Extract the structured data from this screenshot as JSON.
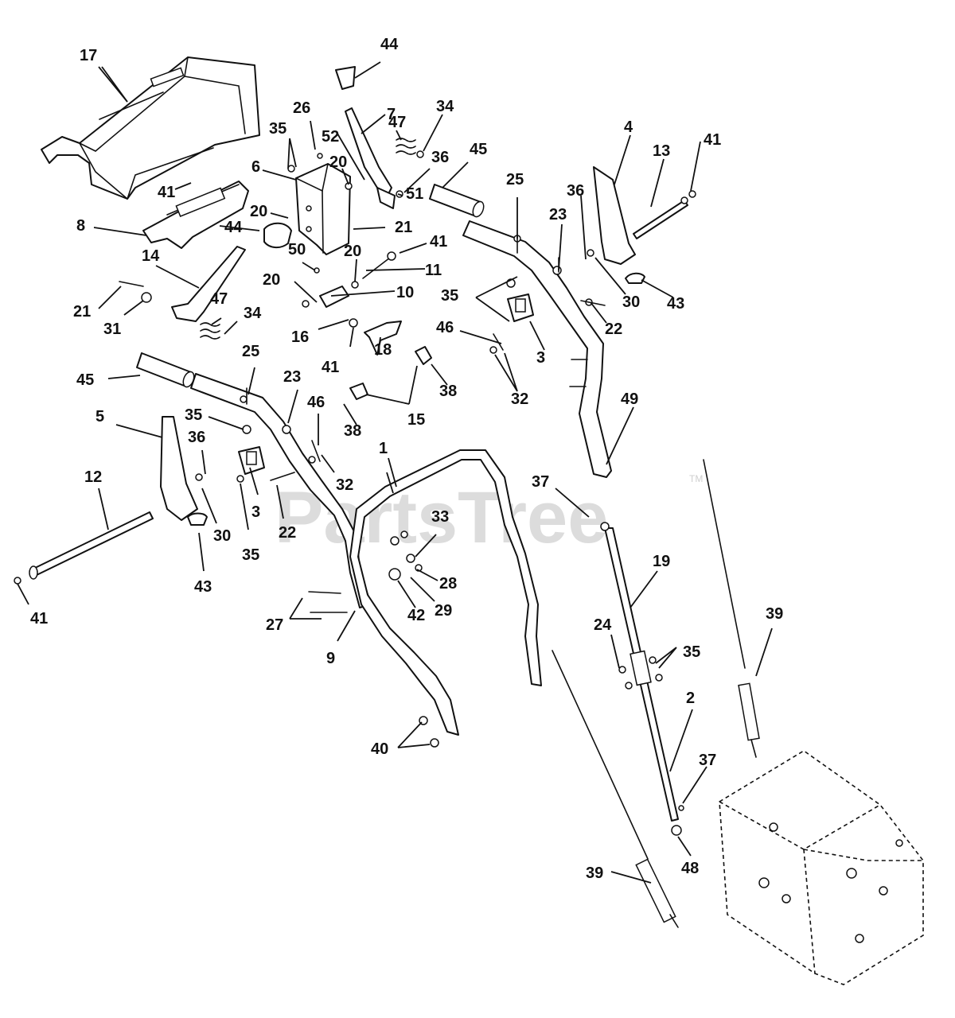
{
  "watermark": "PartsTree",
  "trademark": "TM",
  "callouts": [
    {
      "id": "c1",
      "text": "1"
    },
    {
      "id": "c2",
      "text": "2"
    },
    {
      "id": "c3a",
      "text": "3"
    },
    {
      "id": "c3b",
      "text": "3"
    },
    {
      "id": "c4",
      "text": "4"
    },
    {
      "id": "c5",
      "text": "5"
    },
    {
      "id": "c6",
      "text": "6"
    },
    {
      "id": "c7",
      "text": "7"
    },
    {
      "id": "c8",
      "text": "8"
    },
    {
      "id": "c9",
      "text": "9"
    },
    {
      "id": "c10",
      "text": "10"
    },
    {
      "id": "c11",
      "text": "11"
    },
    {
      "id": "c12",
      "text": "12"
    },
    {
      "id": "c13",
      "text": "13"
    },
    {
      "id": "c14",
      "text": "14"
    },
    {
      "id": "c15",
      "text": "15"
    },
    {
      "id": "c16",
      "text": "16"
    },
    {
      "id": "c17",
      "text": "17"
    },
    {
      "id": "c18",
      "text": "18"
    },
    {
      "id": "c19",
      "text": "19"
    },
    {
      "id": "c20a",
      "text": "20"
    },
    {
      "id": "c20b",
      "text": "20"
    },
    {
      "id": "c20c",
      "text": "20"
    },
    {
      "id": "c20d",
      "text": "20"
    },
    {
      "id": "c21a",
      "text": "21"
    },
    {
      "id": "c21b",
      "text": "21"
    },
    {
      "id": "c22a",
      "text": "22"
    },
    {
      "id": "c22b",
      "text": "22"
    },
    {
      "id": "c23a",
      "text": "23"
    },
    {
      "id": "c23b",
      "text": "23"
    },
    {
      "id": "c24",
      "text": "24"
    },
    {
      "id": "c25a",
      "text": "25"
    },
    {
      "id": "c25b",
      "text": "25"
    },
    {
      "id": "c26",
      "text": "26"
    },
    {
      "id": "c27",
      "text": "27"
    },
    {
      "id": "c28",
      "text": "28"
    },
    {
      "id": "c29",
      "text": "29"
    },
    {
      "id": "c30a",
      "text": "30"
    },
    {
      "id": "c30b",
      "text": "30"
    },
    {
      "id": "c31",
      "text": "31"
    },
    {
      "id": "c32a",
      "text": "32"
    },
    {
      "id": "c32b",
      "text": "32"
    },
    {
      "id": "c33",
      "text": "33"
    },
    {
      "id": "c34a",
      "text": "34"
    },
    {
      "id": "c34b",
      "text": "34"
    },
    {
      "id": "c35a",
      "text": "35"
    },
    {
      "id": "c35b",
      "text": "35"
    },
    {
      "id": "c35c",
      "text": "35"
    },
    {
      "id": "c35d",
      "text": "35"
    },
    {
      "id": "c35e",
      "text": "35"
    },
    {
      "id": "c36a",
      "text": "36"
    },
    {
      "id": "c36b",
      "text": "36"
    },
    {
      "id": "c36c",
      "text": "36"
    },
    {
      "id": "c37a",
      "text": "37"
    },
    {
      "id": "c37b",
      "text": "37"
    },
    {
      "id": "c38a",
      "text": "38"
    },
    {
      "id": "c38b",
      "text": "38"
    },
    {
      "id": "c39a",
      "text": "39"
    },
    {
      "id": "c39b",
      "text": "39"
    },
    {
      "id": "c40",
      "text": "40"
    },
    {
      "id": "c41a",
      "text": "41"
    },
    {
      "id": "c41b",
      "text": "41"
    },
    {
      "id": "c41c",
      "text": "41"
    },
    {
      "id": "c41d",
      "text": "41"
    },
    {
      "id": "c41e",
      "text": "41"
    },
    {
      "id": "c42",
      "text": "42"
    },
    {
      "id": "c43a",
      "text": "43"
    },
    {
      "id": "c43b",
      "text": "43"
    },
    {
      "id": "c44a",
      "text": "44"
    },
    {
      "id": "c44b",
      "text": "44"
    },
    {
      "id": "c45a",
      "text": "45"
    },
    {
      "id": "c45b",
      "text": "45"
    },
    {
      "id": "c46a",
      "text": "46"
    },
    {
      "id": "c46b",
      "text": "46"
    },
    {
      "id": "c47a",
      "text": "47"
    },
    {
      "id": "c47b",
      "text": "47"
    },
    {
      "id": "c48",
      "text": "48"
    },
    {
      "id": "c49",
      "text": "49"
    },
    {
      "id": "c50",
      "text": "50"
    },
    {
      "id": "c51",
      "text": "51"
    },
    {
      "id": "c52",
      "text": "52"
    }
  ]
}
